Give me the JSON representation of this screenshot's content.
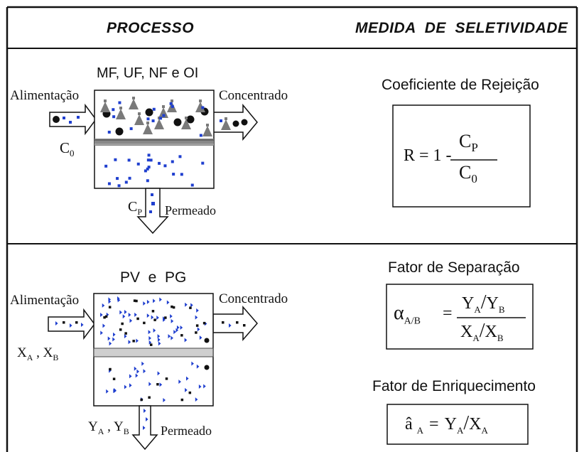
{
  "header": {
    "process": "PROCESSO",
    "selectivity": "MEDIDA  DE  SELETIVIDADE"
  },
  "top": {
    "processes": "MF, UF, NF e OI",
    "feed": "Alimentação",
    "concentrate": "Concentrado",
    "permeate": "Permeado",
    "feed_conc": "C",
    "feed_conc_sub": "0",
    "perm_conc": "C",
    "perm_conc_sub": "P",
    "measure_title": "Coeficiente de Rejeição",
    "formula": {
      "lhs": "R = 1 - ",
      "num": "C",
      "num_sub": "P",
      "den": "C",
      "den_sub": "0"
    }
  },
  "bottom": {
    "processes": "PV  e  PG",
    "feed": "Alimentação",
    "concentrate": "Concentrado",
    "permeate": "Permeado",
    "feed_comp": {
      "a": "X",
      "a_sub": "A",
      "sep": " , ",
      "b": "X",
      "b_sub": "B"
    },
    "perm_comp": {
      "a": "Y",
      "a_sub": "A",
      "sep": " , ",
      "b": "Y",
      "b_sub": "B"
    },
    "separation_title": "Fator de Separação",
    "separation": {
      "lhs": "α",
      "lhs_sub": "A/B",
      "eq": "=",
      "num_a": "Y",
      "num_a_sub": "A",
      "num_b": "Y",
      "num_b_sub": "B",
      "den_a": "X",
      "den_a_sub": "A",
      "den_b": "X",
      "den_b_sub": "B",
      "slash": "/"
    },
    "enrichment_title": "Fator de Enriquecimento",
    "enrichment": {
      "lhs": "â",
      "lhs_sub": "A",
      "eq": "=",
      "num": "Y",
      "num_sub": "A",
      "den": "X",
      "den_sub": "A",
      "slash": "/"
    }
  },
  "colors": {
    "border": "#111111",
    "blue_particle": "#1f3fcf",
    "black_particle": "#111111",
    "gray_solute": "#7a7a7a",
    "membrane_dark": "#777777",
    "membrane_light": "#cfcfcf"
  }
}
